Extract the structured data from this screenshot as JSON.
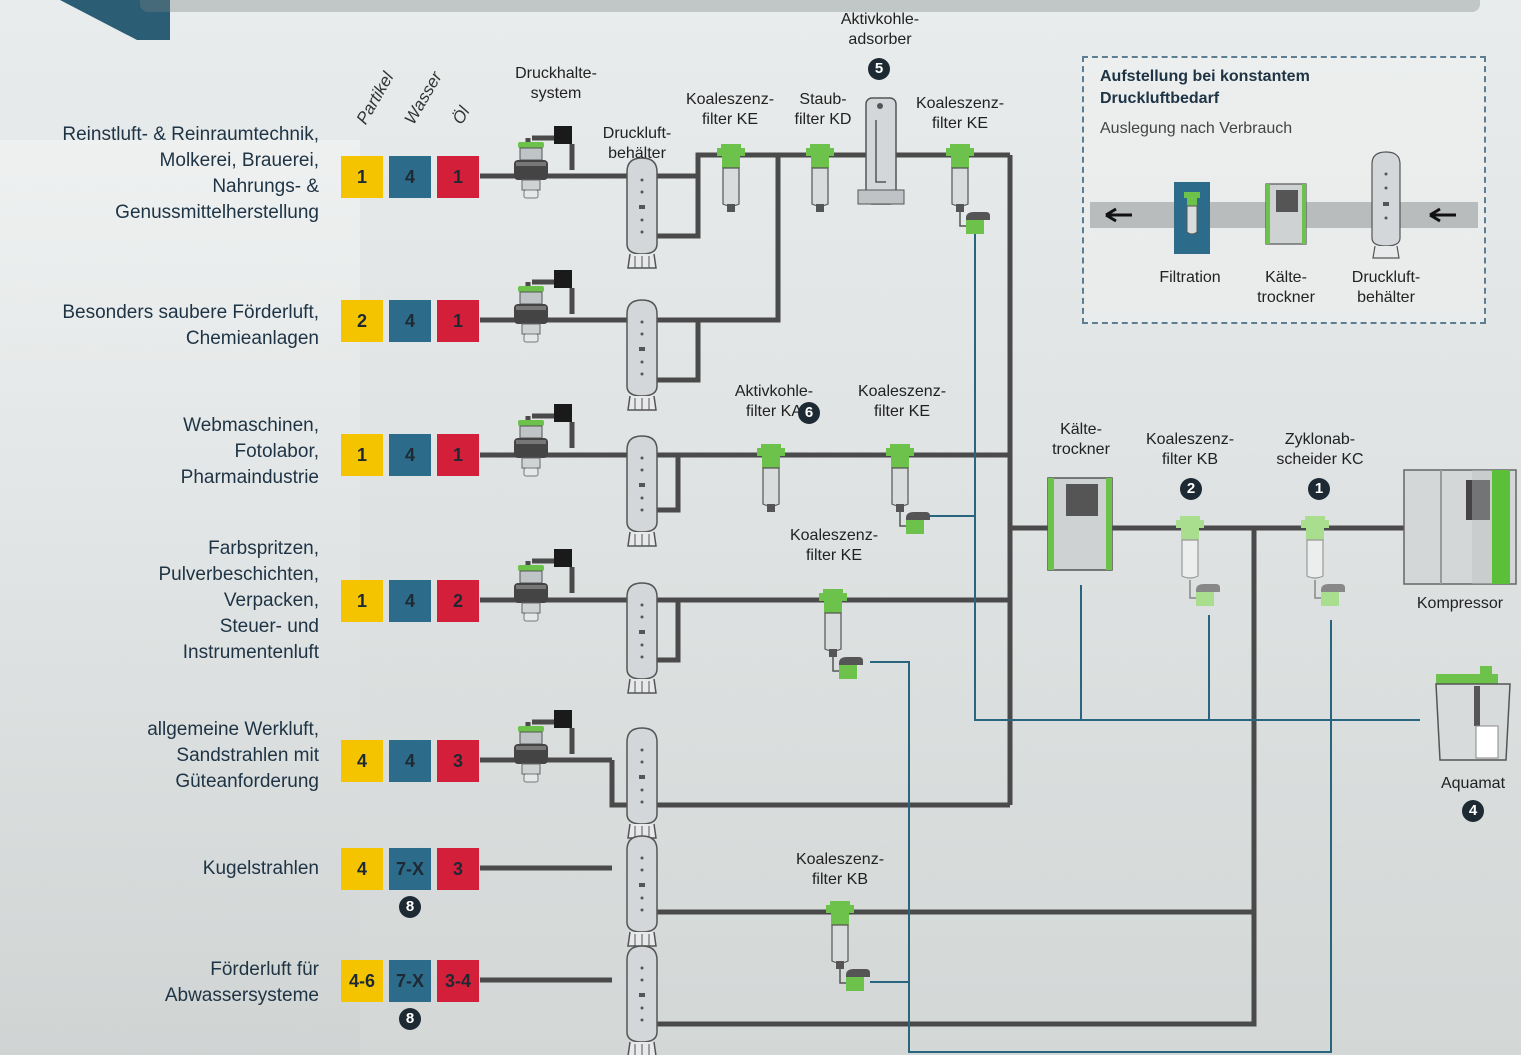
{
  "columns": {
    "particles": "Partikel",
    "water": "Wasser",
    "oil": "Öl"
  },
  "applications": [
    {
      "lines": [
        "Reinstluft- & Reinraumtechnik,",
        "Molkerei, Brauerei,",
        "Nahrungs- &",
        "Genussmittelherstellung"
      ],
      "p": "1",
      "w": "4",
      "o": "1"
    },
    {
      "lines": [
        "Besonders saubere Förderluft,",
        "Chemieanlagen"
      ],
      "p": "2",
      "w": "4",
      "o": "1"
    },
    {
      "lines": [
        "Webmaschinen,",
        "Fotolabor,",
        "Pharmaindustrie"
      ],
      "p": "1",
      "w": "4",
      "o": "1"
    },
    {
      "lines": [
        "Farbspritzen,",
        "Pulverbeschichten,",
        "Verpacken,",
        "Steuer- und",
        "Instrumentenluft"
      ],
      "p": "1",
      "w": "4",
      "o": "2"
    },
    {
      "lines": [
        "allgemeine Werkluft,",
        "Sandstrahlen mit",
        "Güteanforderung"
      ],
      "p": "4",
      "w": "4",
      "o": "3"
    },
    {
      "lines": [
        "Kugelstrahlen"
      ],
      "p": "4",
      "w": "7-X",
      "o": "3",
      "badge": "8"
    },
    {
      "lines": [
        "Förderluft für",
        "Abwassersysteme"
      ],
      "p": "4-6",
      "w": "7-X",
      "o": "3-4",
      "badge": "8"
    }
  ],
  "components": {
    "druckhalte": [
      "Druckhalte-",
      "system"
    ],
    "behaelter": [
      "Druckluft-",
      "behälter"
    ],
    "koal_ke_top": [
      "Koaleszenz-",
      "filter KE"
    ],
    "staub_kd": [
      "Staub-",
      "filter KD"
    ],
    "aktivkohle_adsorber": [
      "Aktivkohle-",
      "adsorber"
    ],
    "adsorber_num": "5",
    "koal_ke_top2": [
      "Koaleszenz-",
      "filter KE"
    ],
    "aktivkohle_ka": [
      "Aktivkohle-",
      "filter KA"
    ],
    "ka_num": "6",
    "koal_ke_mid": [
      "Koaleszenz-",
      "filter KE"
    ],
    "koal_ke_low": [
      "Koaleszenz-",
      "filter KE"
    ],
    "koal_kb_low": [
      "Koaleszenz-",
      "filter KB"
    ],
    "kaeltetrockner": [
      "Kälte-",
      "trockner"
    ],
    "koal_kb": [
      "Koaleszenz-",
      "filter KB"
    ],
    "kb_num": "2",
    "zyklon": [
      "Zyklonab-",
      "scheider KC"
    ],
    "zyklon_num": "1",
    "kompressor": "Kompressor",
    "aquamat": "Aquamat",
    "aquamat_num": "4"
  },
  "legend": {
    "title": [
      "Aufstellung bei konstantem",
      "Druckluftbedarf"
    ],
    "subtitle": "Auslegung nach Verbrauch",
    "items": [
      [
        "Filtration"
      ],
      [
        "Kälte-",
        "trockner"
      ],
      [
        "Druckluft-",
        "behälter"
      ]
    ]
  },
  "colors": {
    "yellow": "#f5c400",
    "blue": "#2d6b8a",
    "red": "#d41f3b",
    "pipe": "#4a4a4a",
    "drain": "#2a6580",
    "green": "#6cc24a",
    "title": "#1e3344"
  }
}
